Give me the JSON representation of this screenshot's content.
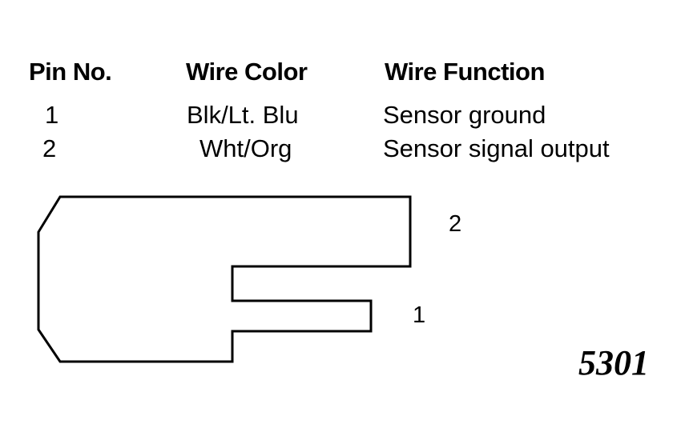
{
  "table": {
    "headers": {
      "pin": "Pin No.",
      "color": "Wire Color",
      "function": "Wire Function"
    },
    "rows": [
      {
        "pin": "1",
        "color": "Blk/Lt. Blu",
        "function": "Sensor ground"
      },
      {
        "pin": "2",
        "color": "Wht/Org",
        "function": "Sensor signal output"
      }
    ]
  },
  "connector": {
    "pin_labels": [
      "2",
      "1"
    ]
  },
  "figure_id": "5301",
  "colors": {
    "ink": "#000000",
    "background": "#ffffff"
  }
}
